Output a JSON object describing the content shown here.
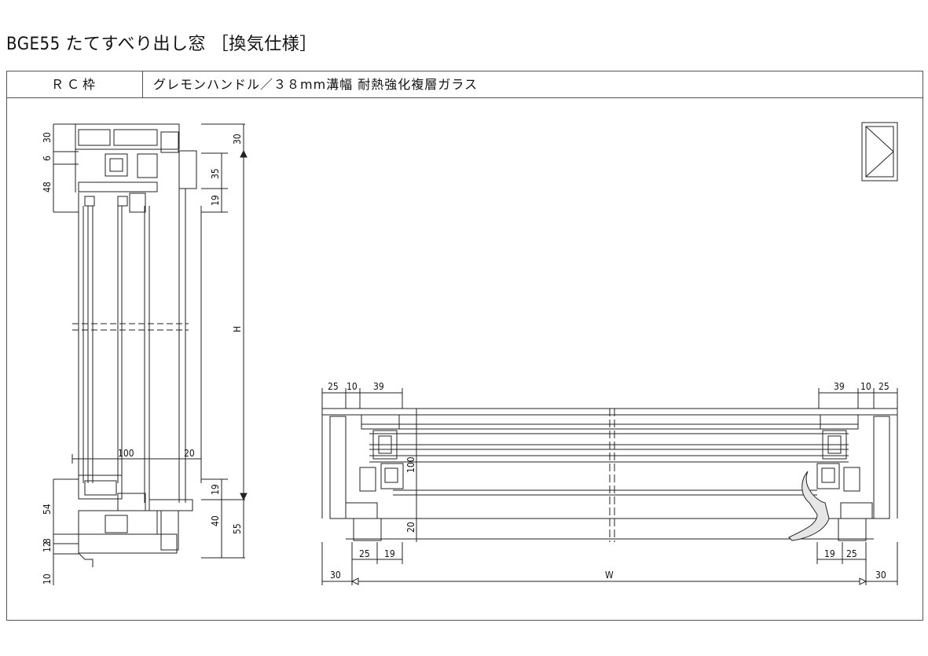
{
  "title": "BGE55 たてすべり出し窓 ［換気仕様］",
  "spec_table": {
    "frame_type": "ＲＣ枠",
    "description": "グレモンハンドル／３８mm溝幅 耐熱強化複層ガラス"
  },
  "vertical_section": {
    "left_dims": [
      "30",
      "6",
      "48",
      "54",
      "12",
      "8",
      "10"
    ],
    "right_dims": [
      "30",
      "35",
      "19",
      "19",
      "40",
      "55"
    ],
    "height_label": "H",
    "bottom_dims": [
      "100",
      "20"
    ]
  },
  "horizontal_section": {
    "top_left_dims": [
      "25",
      "10",
      "39"
    ],
    "top_right_dims": [
      "39",
      "10",
      "25"
    ],
    "inner_dims": [
      "100",
      "20"
    ],
    "bottom_left_dims": [
      "25",
      "19"
    ],
    "bottom_right_dims": [
      "19",
      "25"
    ],
    "overall_dims": [
      "30",
      "W",
      "30"
    ]
  },
  "colors": {
    "line": "#222222",
    "frame": "#555555"
  }
}
